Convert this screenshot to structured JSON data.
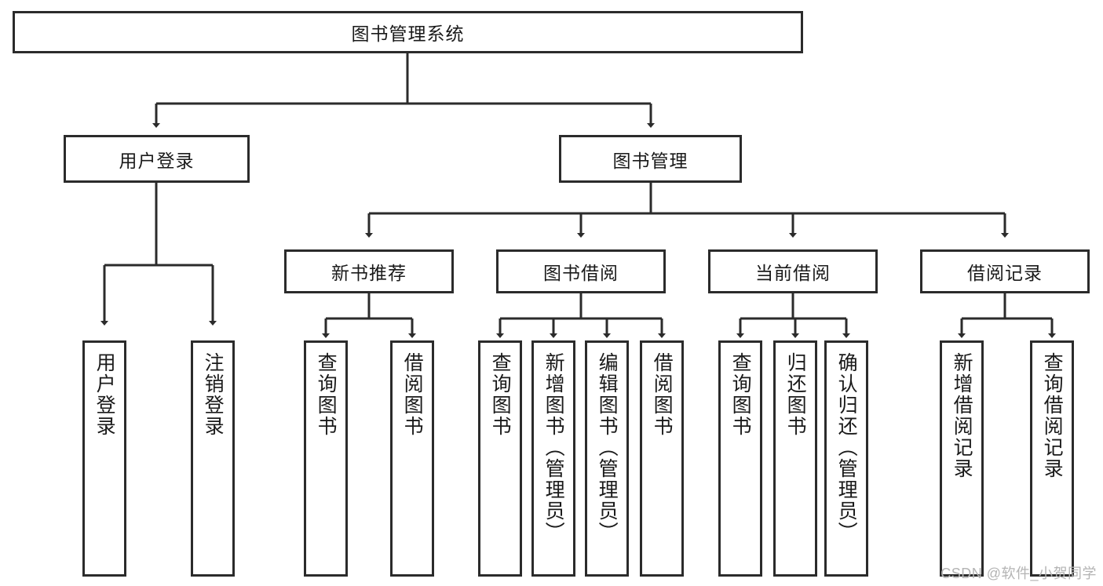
{
  "diagram": {
    "type": "hierarchy-tree",
    "title": "图书管理系统",
    "stroke_color": "#2b2b2b",
    "background_color": "#ffffff",
    "text_color": "#1a1a1a",
    "root": {
      "label": "图书管理系统"
    },
    "level1": [
      {
        "label": "用户登录"
      },
      {
        "label": "图书管理"
      }
    ],
    "level2": [
      {
        "label": "新书推荐"
      },
      {
        "label": "图书借阅"
      },
      {
        "label": "当前借阅"
      },
      {
        "label": "借阅记录"
      }
    ],
    "leaves": {
      "user_login": [
        {
          "label": "用户登录"
        },
        {
          "label": "注销登录"
        }
      ],
      "new_book_recommend": [
        {
          "label": "查询图书"
        },
        {
          "label": "借阅图书"
        }
      ],
      "book_borrow": [
        {
          "label": "查询图书"
        },
        {
          "label": "新增图书（管理员）"
        },
        {
          "label": "编辑图书（管理员）"
        },
        {
          "label": "借阅图书"
        }
      ],
      "current_borrow": [
        {
          "label": "查询图书"
        },
        {
          "label": "归还图书"
        },
        {
          "label": "确认归还（管理员）"
        }
      ],
      "borrow_record": [
        {
          "label": "新增借阅记录"
        },
        {
          "label": "查询借阅记录"
        }
      ]
    }
  },
  "watermark": {
    "text": "CSDN @软件_小贺同学"
  }
}
